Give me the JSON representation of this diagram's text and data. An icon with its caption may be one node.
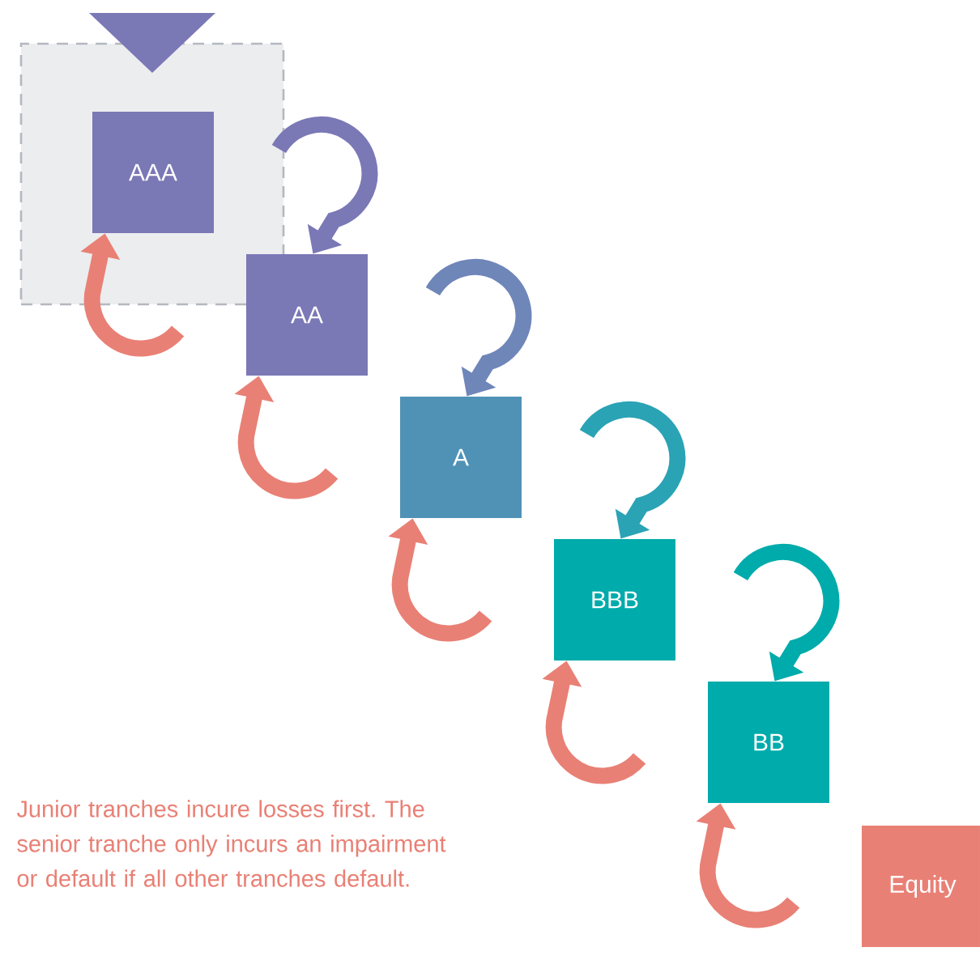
{
  "diagram": {
    "nodes": [
      {
        "text": [],
        "shape": "box"
      },
      {
        "text": [
          "AAA"
        ],
        "in": 0
      },
      {
        "text": [
          "AA"
        ]
      },
      {
        "text": [
          "A"
        ]
      },
      {
        "text": [
          "BBB"
        ]
      },
      {
        "text": [
          "BB"
        ]
      },
      {
        "text": [
          "Equity"
        ]
      }
    ],
    "edges": [
      {
        "from": 1,
        "to": 2,
        "arrow": "to",
        "color": "#7b78b6"
      },
      {
        "from": 2,
        "to": 3,
        "arrow": "to",
        "color": "#6f86b9"
      },
      {
        "from": 3,
        "to": 4,
        "arrow": "to",
        "color": "#2aa3b5"
      },
      {
        "from": 4,
        "to": 5,
        "arrow": "to",
        "color": "#00abab"
      },
      {
        "from": 2,
        "to": 1,
        "arrow": "to"
      },
      {
        "from": 3,
        "to": 2,
        "arrow": "to"
      },
      {
        "from": 4,
        "to": 3,
        "arrow": "to"
      },
      {
        "from": 5,
        "to": 4,
        "arrow": "to"
      },
      {
        "from": 6,
        "to": 5,
        "arrow": "to"
      }
    ],
    "labels": [
      "Junior tranches incure losses first. The senior tranche only incurs an impairment or default if all other tranches default."
    ]
  }
}
